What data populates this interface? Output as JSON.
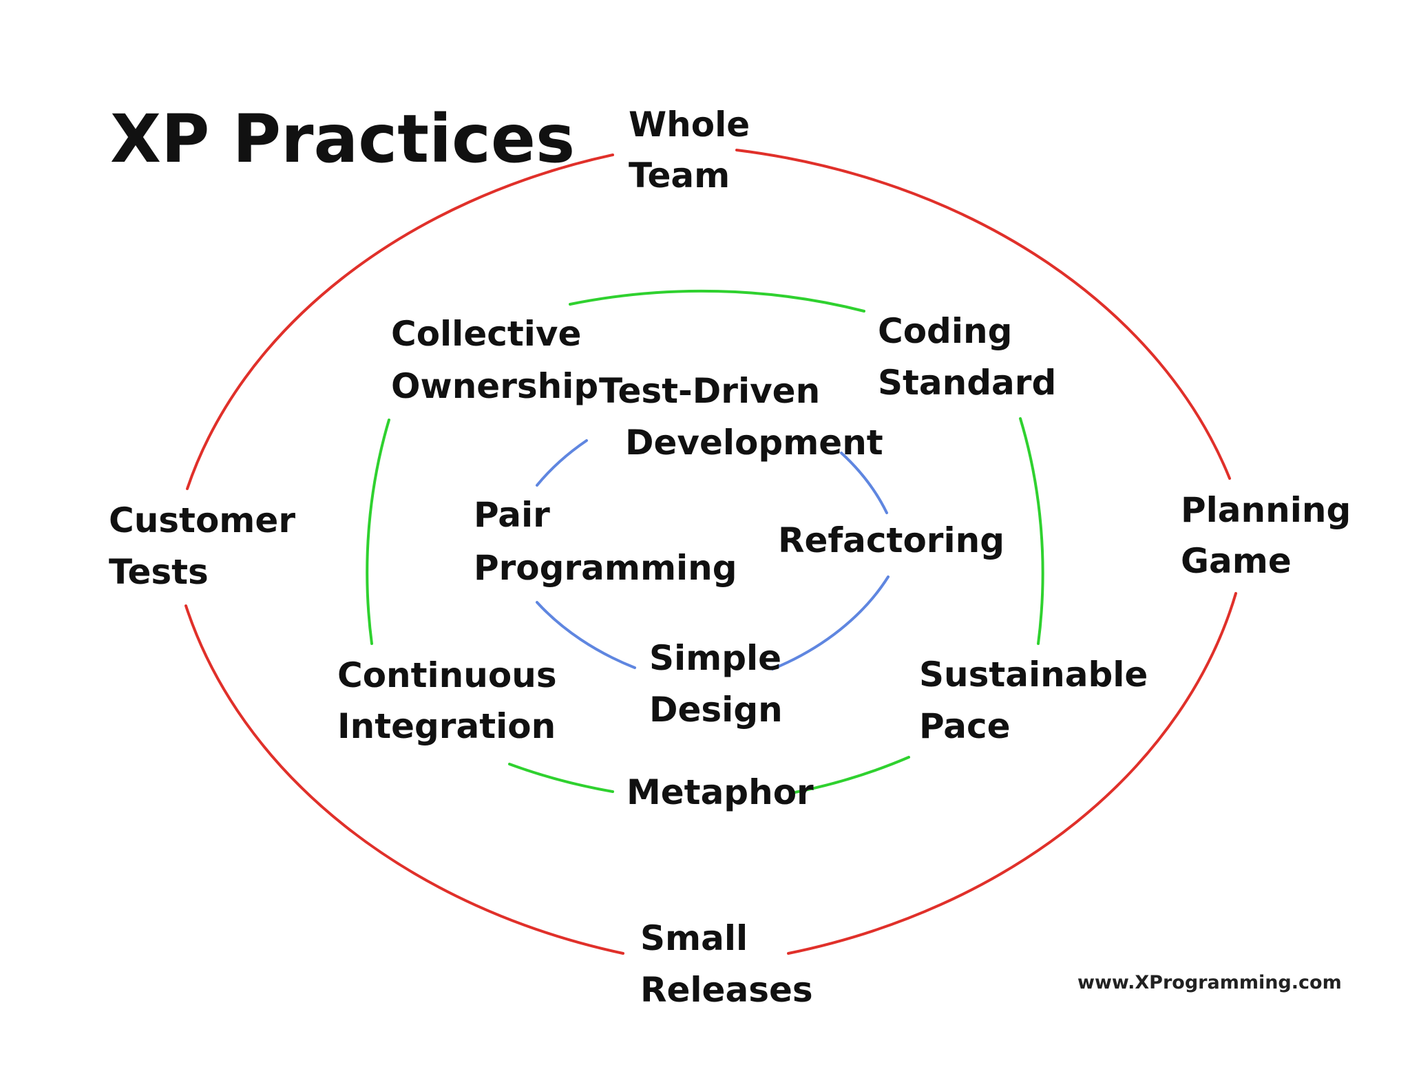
{
  "title": "XP Practices",
  "footer_url": "www.XProgramming.com",
  "colors": {
    "outer_ring": "#e0302a",
    "middle_ring": "#2fd12f",
    "inner_ring": "#5f86e0",
    "text": "#111111"
  },
  "outer_ring": {
    "practices": [
      {
        "line1": "Whole",
        "line2": "Team"
      },
      {
        "line1": "Customer",
        "line2": "Tests"
      },
      {
        "line1": "Planning",
        "line2": "Game"
      },
      {
        "line1": "Small",
        "line2": "Releases"
      }
    ]
  },
  "middle_ring": {
    "practices": [
      {
        "line1": "Collective",
        "line2": "Ownership"
      },
      {
        "line1": "Coding",
        "line2": "Standard"
      },
      {
        "line1": "Continuous",
        "line2": "Integration"
      },
      {
        "line1": "Sustainable",
        "line2": "Pace"
      },
      {
        "line1": "Metaphor"
      }
    ]
  },
  "inner_ring": {
    "practices": [
      {
        "line1": "Test-Driven",
        "line2": "Development"
      },
      {
        "line1": "Pair",
        "line2": "Programming"
      },
      {
        "line1": "Refactoring"
      },
      {
        "line1": "Simple",
        "line2": "Design"
      }
    ]
  }
}
